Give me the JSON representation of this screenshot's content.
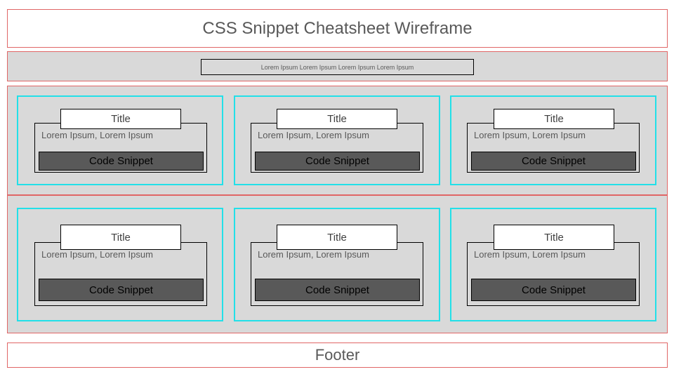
{
  "header": {
    "title": "CSS Snippet Cheatsheet Wireframe"
  },
  "subheader": {
    "text": "Lorem Ipsum Lorem Ipsum Lorem Ipsum Lorem Ipsum"
  },
  "cards": [
    {
      "title": "Title",
      "text": "Lorem Ipsum, Lorem Ipsum",
      "code_label": "Code Snippet"
    },
    {
      "title": "Title",
      "text": "Lorem Ipsum, Lorem Ipsum",
      "code_label": "Code Snippet"
    },
    {
      "title": "Title",
      "text": "Lorem Ipsum, Lorem Ipsum",
      "code_label": "Code Snippet"
    },
    {
      "title": "Title",
      "text": "Lorem Ipsum, Lorem Ipsum",
      "code_label": "Code Snippet"
    },
    {
      "title": "Title",
      "text": "Lorem Ipsum, Lorem Ipsum",
      "code_label": "Code Snippet"
    },
    {
      "title": "Title",
      "text": "Lorem Ipsum, Lorem Ipsum",
      "code_label": "Code Snippet"
    }
  ],
  "footer": {
    "text": "Footer"
  },
  "colors": {
    "section_border": "#e06666",
    "card_border": "#22e0e8",
    "fill": "#d9d9d9",
    "code_fill": "#595959"
  }
}
